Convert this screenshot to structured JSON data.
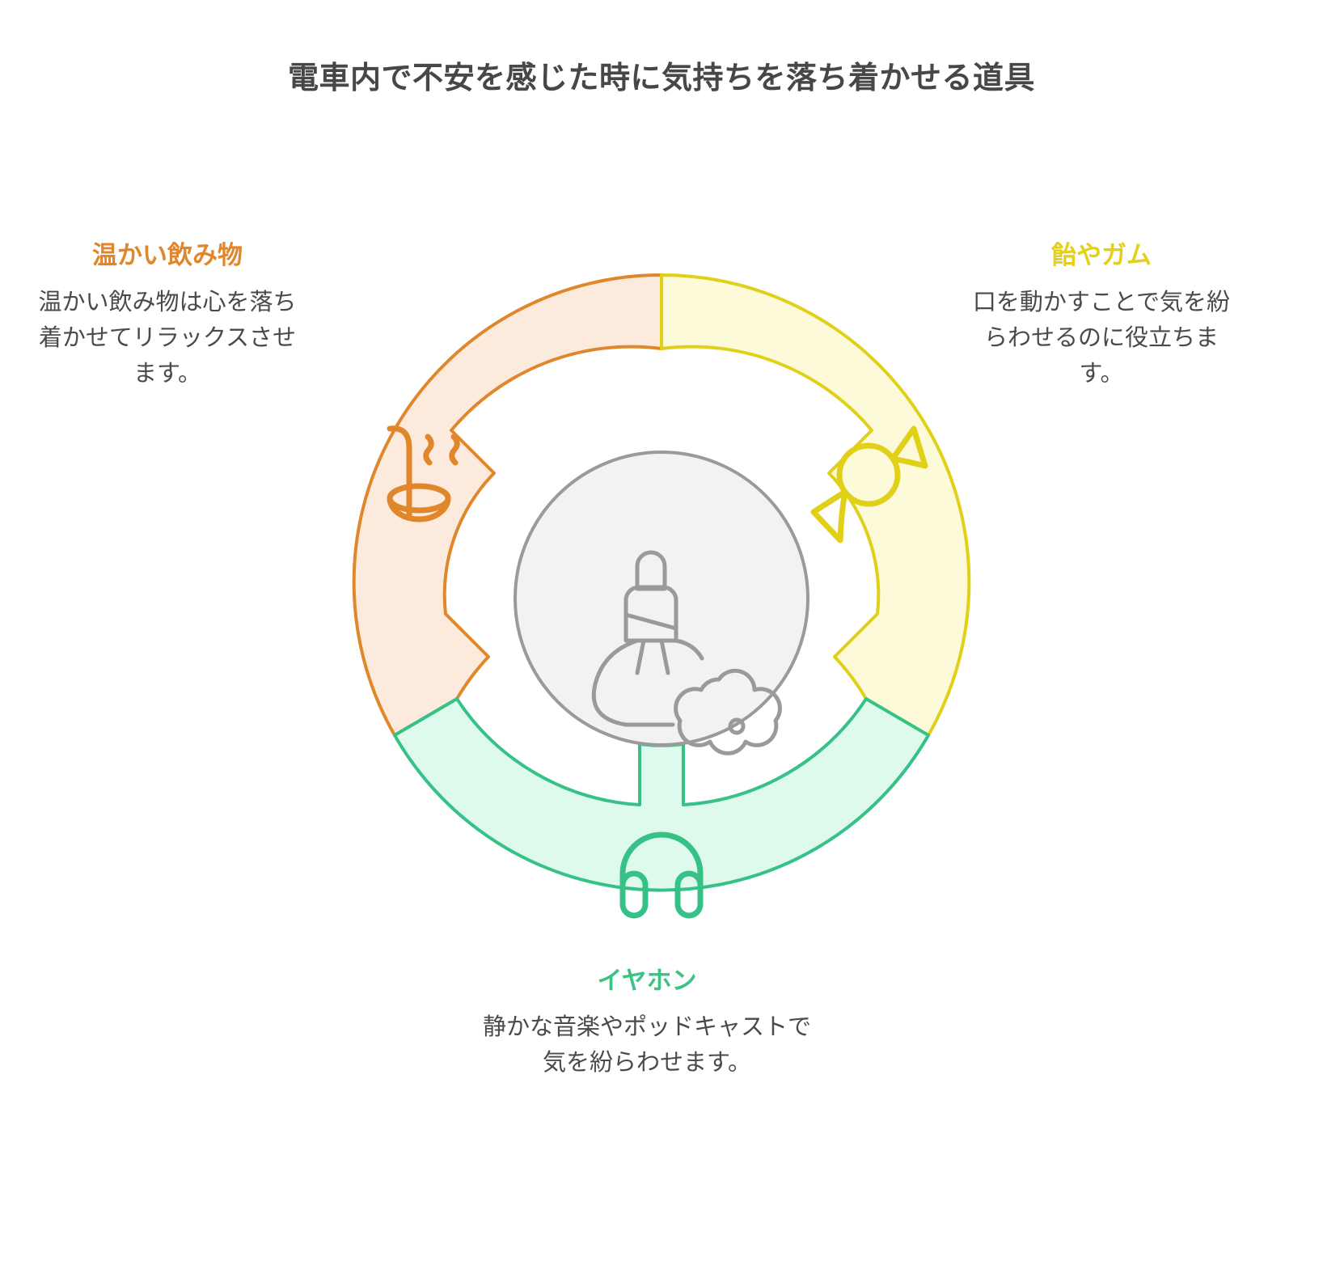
{
  "page": {
    "title": "電車内で不安を感じた時に気持ちを落ち着かせる道具",
    "background_color": "#ffffff",
    "title_color": "#474747"
  },
  "center": {
    "icon": "aroma-bottle-flower-icon",
    "fill_color": "#f2f2f2",
    "stroke_color": "#9a9a9a"
  },
  "segments": [
    {
      "id": "warm-drink",
      "heading": "温かい飲み物",
      "description": "温かい飲み物は心を落ち着かせてリラックスさせます。",
      "icon": "ladle-steam-icon",
      "stroke_color": "#e0872c",
      "fill_color": "#fcebdd",
      "heading_color": "#e0872c",
      "position": "left",
      "start_angle": 210,
      "end_angle": 330
    },
    {
      "id": "candy-gum",
      "heading": "飴やガム",
      "description": "口を動かすことで気を紛らわせるのに役立ちます。",
      "icon": "wrapped-candy-icon",
      "stroke_color": "#e0d018",
      "fill_color": "#fcfad9",
      "heading_color": "#e3d01c",
      "position": "right",
      "start_angle": 330,
      "end_angle": 90
    },
    {
      "id": "earphones",
      "heading": "イヤホン",
      "description": "静かな音楽やポッドキャストで気を紛らわせます。",
      "icon": "headphones-icon",
      "stroke_color": "#36c187",
      "fill_color": "#ddfaec",
      "heading_color": "#3cc383",
      "position": "bottom",
      "start_angle": 90,
      "end_angle": 210
    }
  ]
}
